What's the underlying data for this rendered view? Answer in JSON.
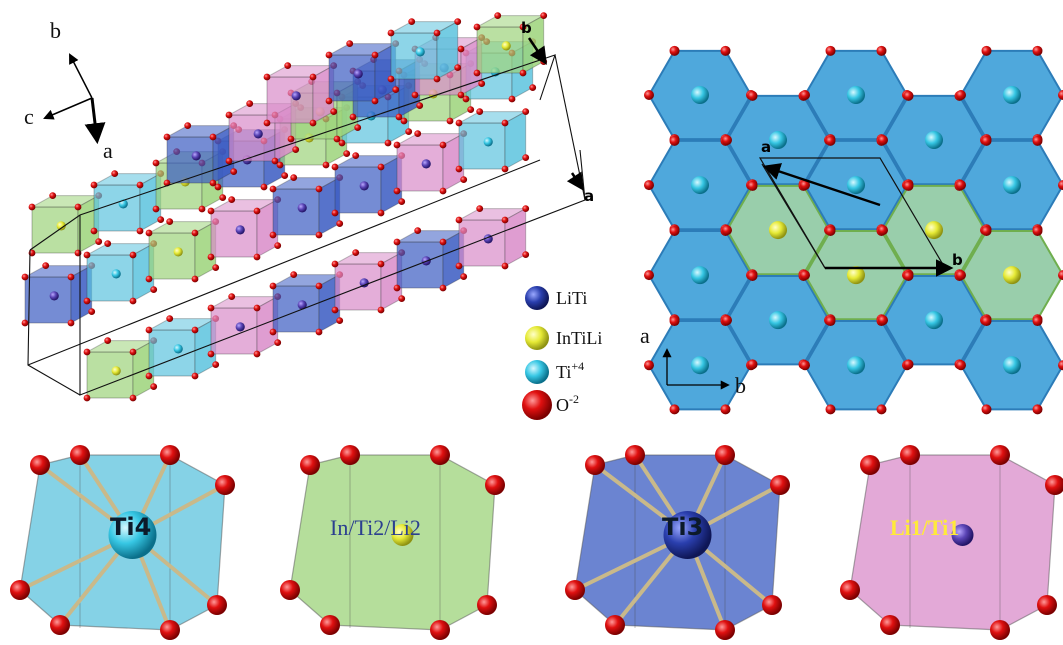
{
  "colors": {
    "blue_poly": "#3a5bc2",
    "green_poly": "#9cd37a",
    "cyan_poly": "#5cc3de",
    "pink_poly": "#d98cc9",
    "hex_blue": "#3c9fd8",
    "atom_red": "#e01010",
    "atom_yellow": "#e6ea36",
    "atom_cyan": "#37c7e4",
    "atom_blue": "#2a3fae"
  },
  "left_axes": {
    "b": "b",
    "c": "c",
    "a": "a"
  },
  "cell_labels": {
    "b": "b",
    "a": "a"
  },
  "hex_cell_labels": {
    "a": "a",
    "b": "b"
  },
  "hex_axes": {
    "a": "a",
    "b": "b"
  },
  "legend": [
    {
      "label": "LiTi",
      "sup": "",
      "color_key": "atom_blue"
    },
    {
      "label": "InTiLi",
      "sup": "",
      "color_key": "atom_yellow"
    },
    {
      "label": "Ti",
      "sup": "+4",
      "color_key": "atom_cyan"
    },
    {
      "label": "O",
      "sup": "-2",
      "color_key": "atom_red"
    }
  ],
  "polyhedra": [
    {
      "label": "Ti4",
      "kind": "cyan"
    },
    {
      "label": "In/Ti2/Li2",
      "kind": "green"
    },
    {
      "label": "Ti3",
      "kind": "blue"
    },
    {
      "label": "Li1/Ti1",
      "kind": "pink"
    }
  ]
}
